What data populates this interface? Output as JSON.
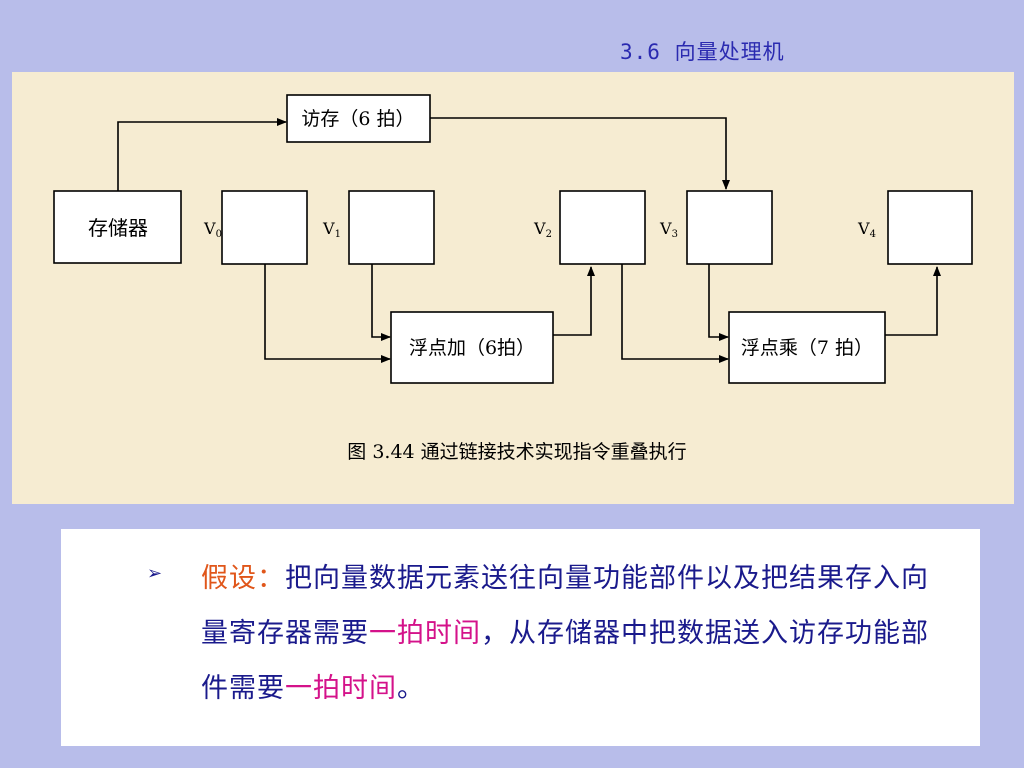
{
  "header": {
    "title": "3.6 向量处理机"
  },
  "diagram": {
    "nodes": {
      "memory": "存储器",
      "load": "访存（6 拍）",
      "fp_add": "浮点加（6拍）",
      "fp_mul": "浮点乘（7 拍）"
    },
    "registers": [
      {
        "name": "V",
        "sub": "0"
      },
      {
        "name": "V",
        "sub": "1"
      },
      {
        "name": "V",
        "sub": "2"
      },
      {
        "name": "V",
        "sub": "3"
      },
      {
        "name": "V",
        "sub": "4"
      }
    ],
    "caption": "图 3.44  通过链接技术实现指令重叠执行"
  },
  "text": {
    "marker": "➢",
    "prefix": "假设：",
    "part1": "把向量数据元素送往向量功能部件以及把结果存入向量寄存器需要",
    "hl1": "一拍时间",
    "part2": "，从存储器中把数据送入访存功能部件需要",
    "hl2": "一拍时间",
    "end": "。"
  },
  "colors": {
    "background": "#b8bdea",
    "panel": "#f6ecd2",
    "text": "#1a1a8c",
    "highlight_prefix": "#e0561a",
    "highlight": "#d4128a"
  }
}
